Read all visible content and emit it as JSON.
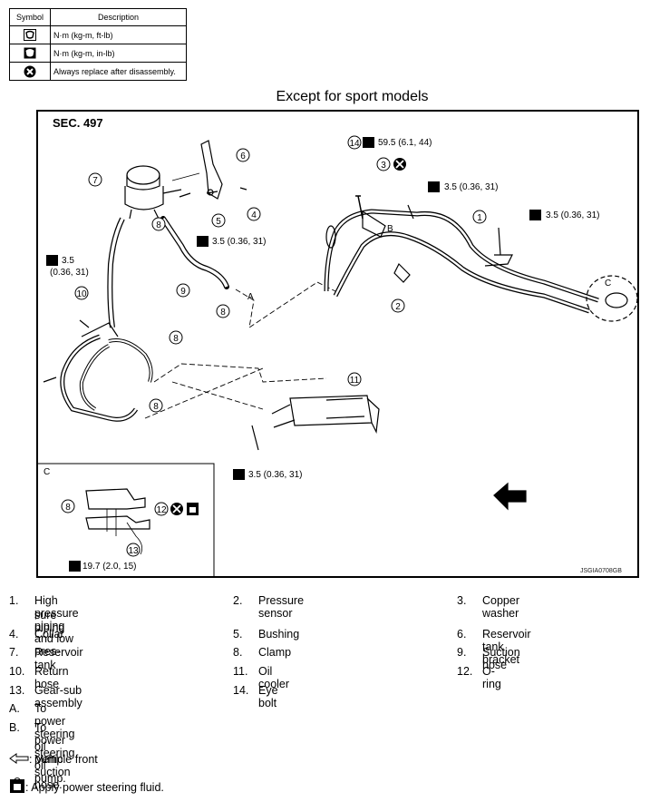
{
  "legend": {
    "header_symbol": "Symbol",
    "header_description": "Description",
    "rows": [
      {
        "icon": "torque-ft-lb-icon",
        "text": "N·m (kg-m, ft-lb)"
      },
      {
        "icon": "torque-in-lb-icon",
        "text": "N·m (kg-m, in-lb)"
      },
      {
        "icon": "always-replace-icon",
        "text": "Always replace after disassembly."
      }
    ]
  },
  "title": "Except for sport models",
  "section": "SEC. 497",
  "torque_labels": {
    "eye_bolt": "59.5 (6.1, 44)",
    "t1": "3.5 (0.36, 31)",
    "t2": "3.5 (0.36, 31)",
    "t3": "3.5 (0.36, 31)",
    "t4_line1": "3.5",
    "t4_line2": "(0.36, 31)",
    "t5": "3.5 (0.36, 31)",
    "t6": "19.7 (2.0, 15)"
  },
  "markers": {
    "A": "A",
    "B": "B",
    "C": "C",
    "C_inset": "C"
  },
  "callouts": [
    "1",
    "2",
    "3",
    "4",
    "5",
    "6",
    "7",
    "8",
    "9",
    "10",
    "11",
    "12",
    "13",
    "14"
  ],
  "figure_ref": "JSGIA0708GB",
  "parts": [
    {
      "num": "1.",
      "text": "High pressure piping and low pres-",
      "text2": "sure piping"
    },
    {
      "num": "2.",
      "text": "Pressure sensor"
    },
    {
      "num": "3.",
      "text": "Copper washer"
    },
    {
      "num": "4.",
      "text": "Collar"
    },
    {
      "num": "5.",
      "text": "Bushing"
    },
    {
      "num": "6.",
      "text": "Reservoir tank bracket"
    },
    {
      "num": "7.",
      "text": "Reservoir tank"
    },
    {
      "num": "8.",
      "text": "Clamp"
    },
    {
      "num": "9.",
      "text": "Suction hose"
    },
    {
      "num": "10.",
      "text": "Return hose"
    },
    {
      "num": "11.",
      "text": "Oil cooler"
    },
    {
      "num": "12.",
      "text": "O-ring"
    },
    {
      "num": "13.",
      "text": "Gear-sub assembly"
    },
    {
      "num": "14.",
      "text": "Eye bolt"
    },
    {
      "num": "A.",
      "text": "To power steering oil pump suction hose."
    },
    {
      "num": "B.",
      "text": "To power steering oil pump."
    }
  ],
  "notes": {
    "vehicle_front": ": Vehicle front",
    "apply_fluid": ": Apply power steering fluid."
  }
}
